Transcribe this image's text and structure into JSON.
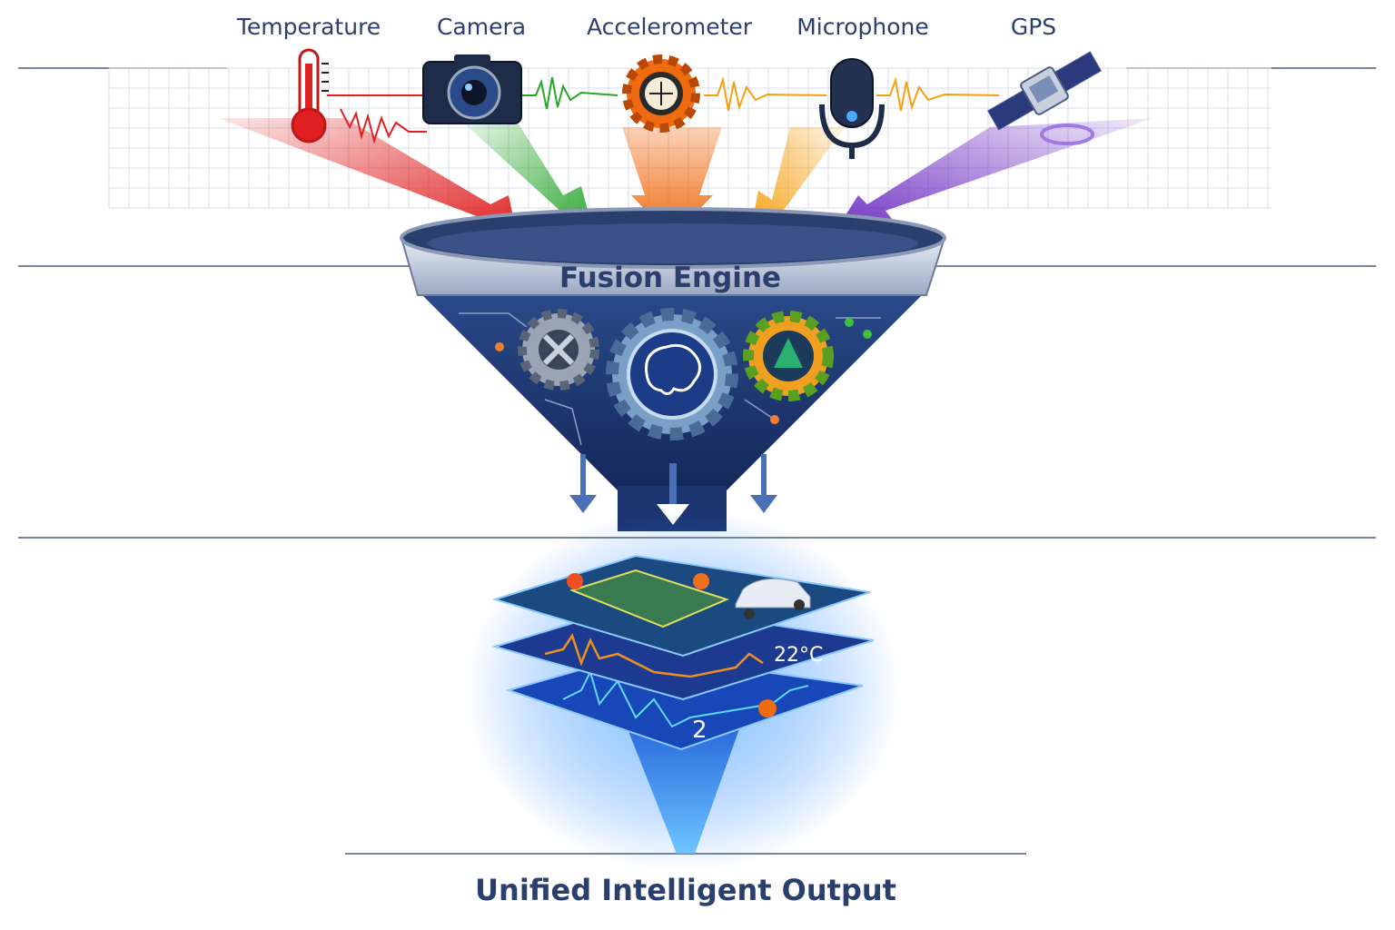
{
  "sensors": [
    {
      "label": "Temperature",
      "icon": "thermometer-icon",
      "color": "#e02020"
    },
    {
      "label": "Camera",
      "icon": "camera-icon",
      "color": "#2aa52a"
    },
    {
      "label": "Accelerometer",
      "icon": "gear-gauge-icon",
      "color": "#f06a10"
    },
    {
      "label": "Microphone",
      "icon": "microphone-icon",
      "color": "#f5a010"
    },
    {
      "label": "GPS",
      "icon": "satellite-icon",
      "color": "#7a3cc8"
    }
  ],
  "engine": {
    "title": "Fusion Engine"
  },
  "layers": {
    "temperature_readout": "22°C",
    "lower_readout": "2"
  },
  "output": {
    "title": "Unified Intelligent Output"
  },
  "colors": {
    "navy": "#2b3f6e",
    "funnel": "#23386e",
    "glow": "#1e7bff"
  }
}
